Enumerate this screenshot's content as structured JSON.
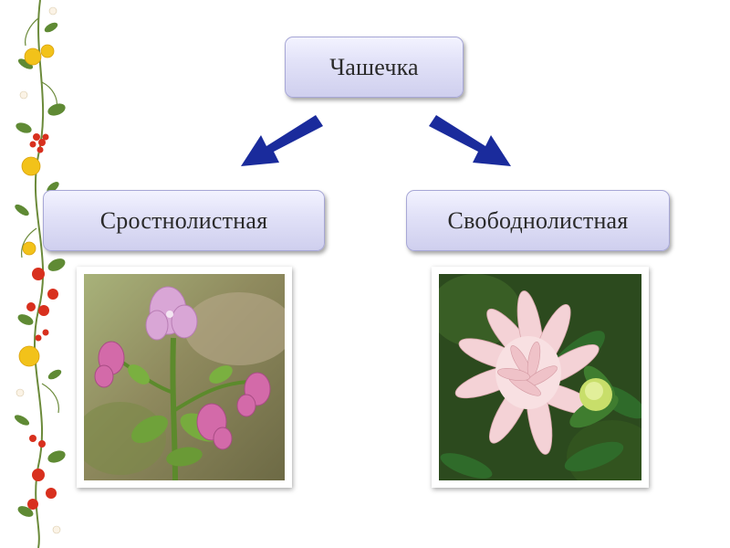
{
  "diagram": {
    "root_label": "Чашечка",
    "left_label": "Сростнолистная",
    "right_label": "Свободнолистная"
  },
  "colors": {
    "arrow": "#1a2b9c",
    "box_border": "#a7a7d6",
    "box_fill_top": "#f3f3ff",
    "box_fill_bottom": "#cfcfee"
  },
  "images": {
    "left_photo": "pink-tubular-flower-photo",
    "right_photo": "pink-aster-flower-photo",
    "border": "floral-vine-border"
  }
}
